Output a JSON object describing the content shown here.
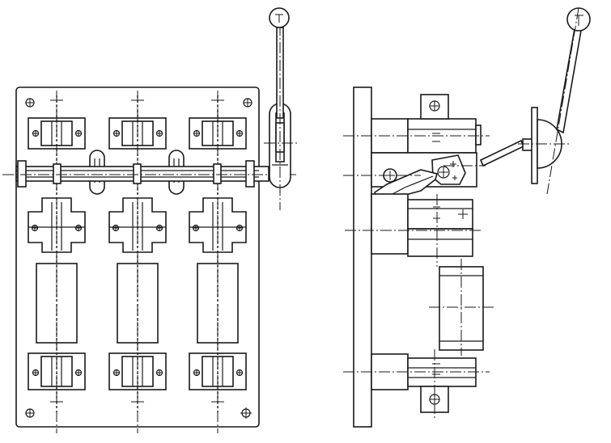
{
  "drawing": {
    "views": [
      "front-view",
      "side-view"
    ],
    "poles": 3,
    "line_color": "#1a1a1a",
    "background_color": "#ffffff"
  }
}
